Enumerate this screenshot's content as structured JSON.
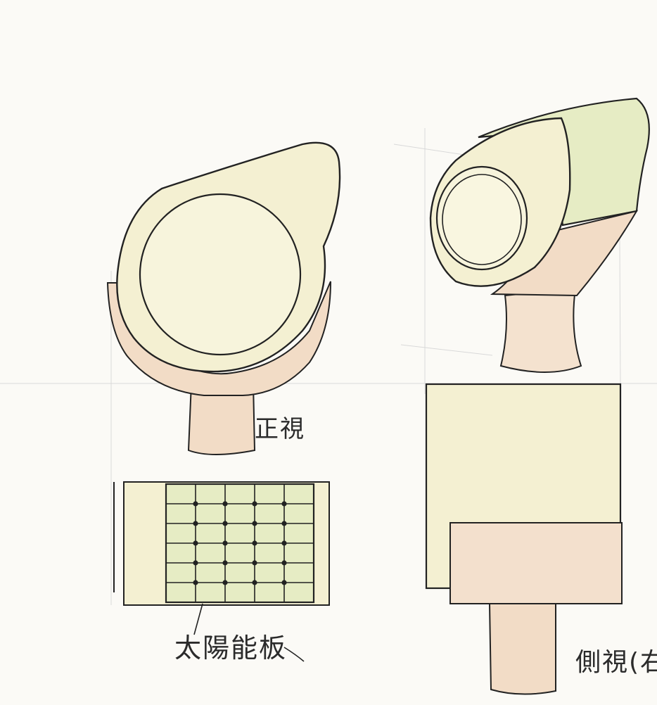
{
  "labels": {
    "front_view": "正視",
    "solar_panel": "太陽能板",
    "side_view_right": "側視(右)"
  },
  "palette": {
    "paper": "#fbfaf6",
    "cream_fill": "#f4f0d2",
    "green_tint": "#e6ecc4",
    "pink_fill": "#f2dcc6",
    "ink": "#222222",
    "guide_line": "#d8d8d8"
  },
  "icons": {
    "dot_grid": "solar-cell-dot",
    "arrow": "leader-line"
  }
}
